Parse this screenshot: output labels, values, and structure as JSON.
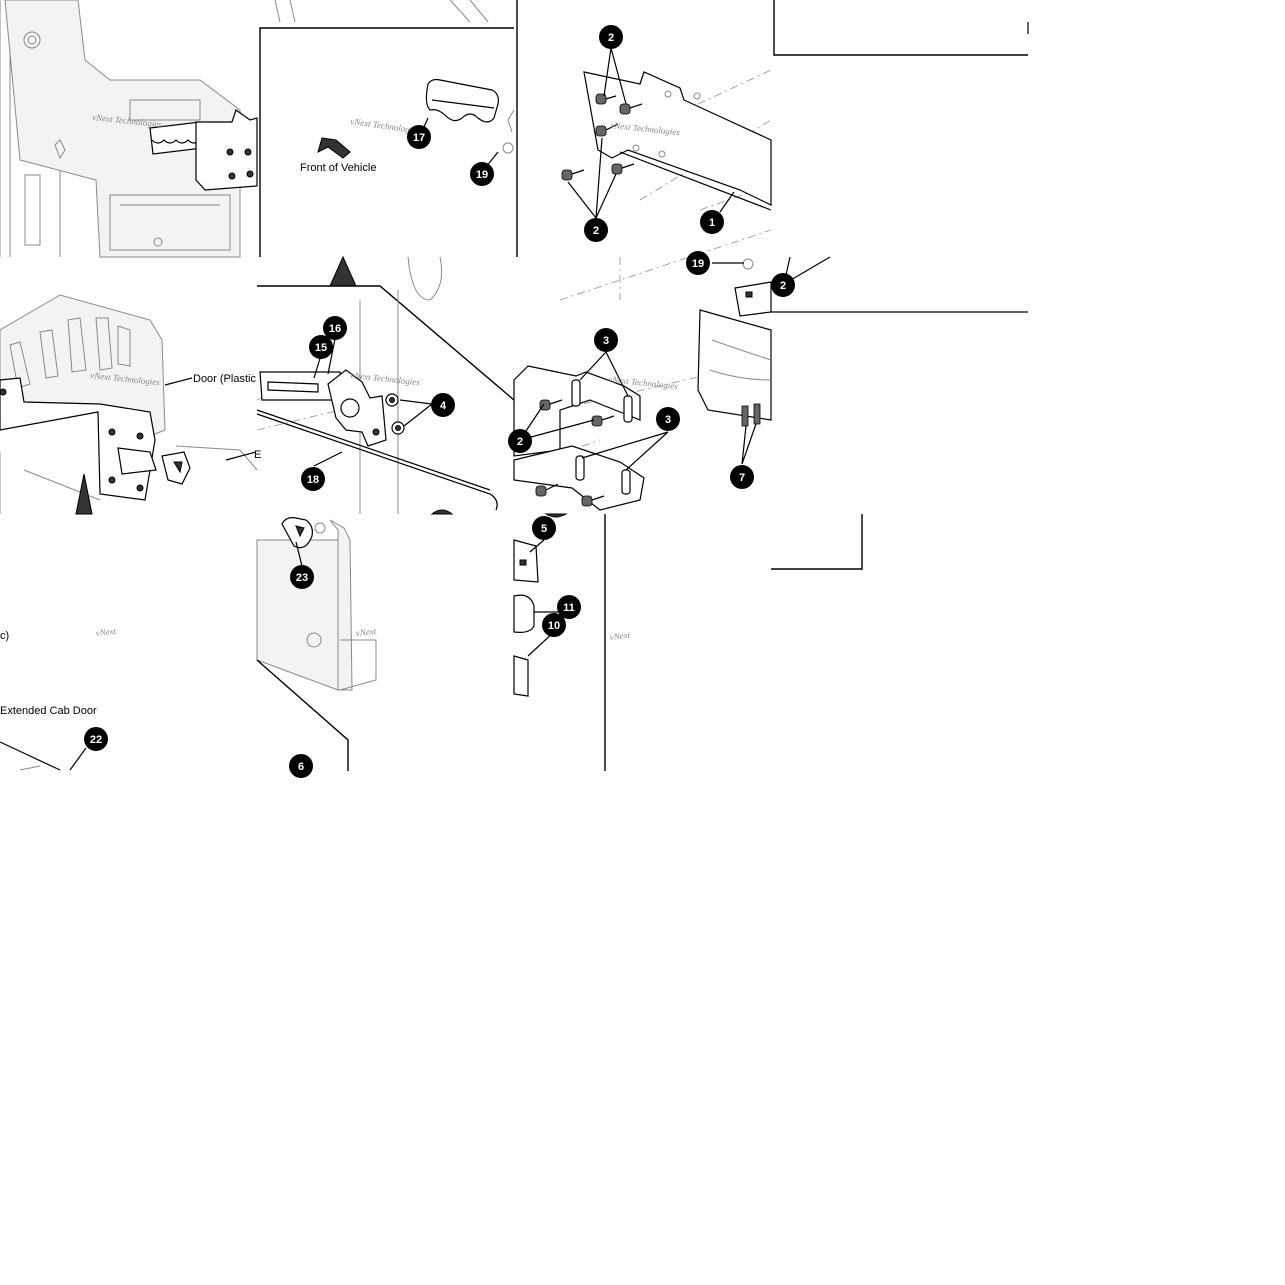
{
  "callouts": [
    {
      "id": "c-1",
      "n": "1"
    },
    {
      "id": "c-2a",
      "n": "2"
    },
    {
      "id": "c-2b",
      "n": "2"
    },
    {
      "id": "c-2c",
      "n": "2"
    },
    {
      "id": "c-2d",
      "n": "2"
    },
    {
      "id": "c-3a",
      "n": "3"
    },
    {
      "id": "c-3b",
      "n": "3"
    },
    {
      "id": "c-4",
      "n": "4"
    },
    {
      "id": "c-5",
      "n": "5"
    },
    {
      "id": "c-6",
      "n": "6"
    },
    {
      "id": "c-7",
      "n": "7"
    },
    {
      "id": "c-10",
      "n": "10"
    },
    {
      "id": "c-11",
      "n": "11"
    },
    {
      "id": "c-15",
      "n": "15"
    },
    {
      "id": "c-16",
      "n": "16"
    },
    {
      "id": "c-17",
      "n": "17"
    },
    {
      "id": "c-18",
      "n": "18"
    },
    {
      "id": "c-19a",
      "n": "19"
    },
    {
      "id": "c-19b",
      "n": "19"
    },
    {
      "id": "c-22",
      "n": "22"
    },
    {
      "id": "c-23",
      "n": "23"
    }
  ],
  "labels": {
    "front_of_vehicle": "Front of Vehicle",
    "door_plastic": "Door (Plastic",
    "c_fragment": "c)",
    "extended_cab_door": "Extended Cab Door",
    "b_fragment": "E"
  },
  "watermarks": {
    "vnext_technologies": "vNext Technologies",
    "vnext": "vNext"
  },
  "colors": {
    "callout_fill": "#000000",
    "callout_text": "#ffffff",
    "line_art": "#000000",
    "watermark": "#888888"
  }
}
